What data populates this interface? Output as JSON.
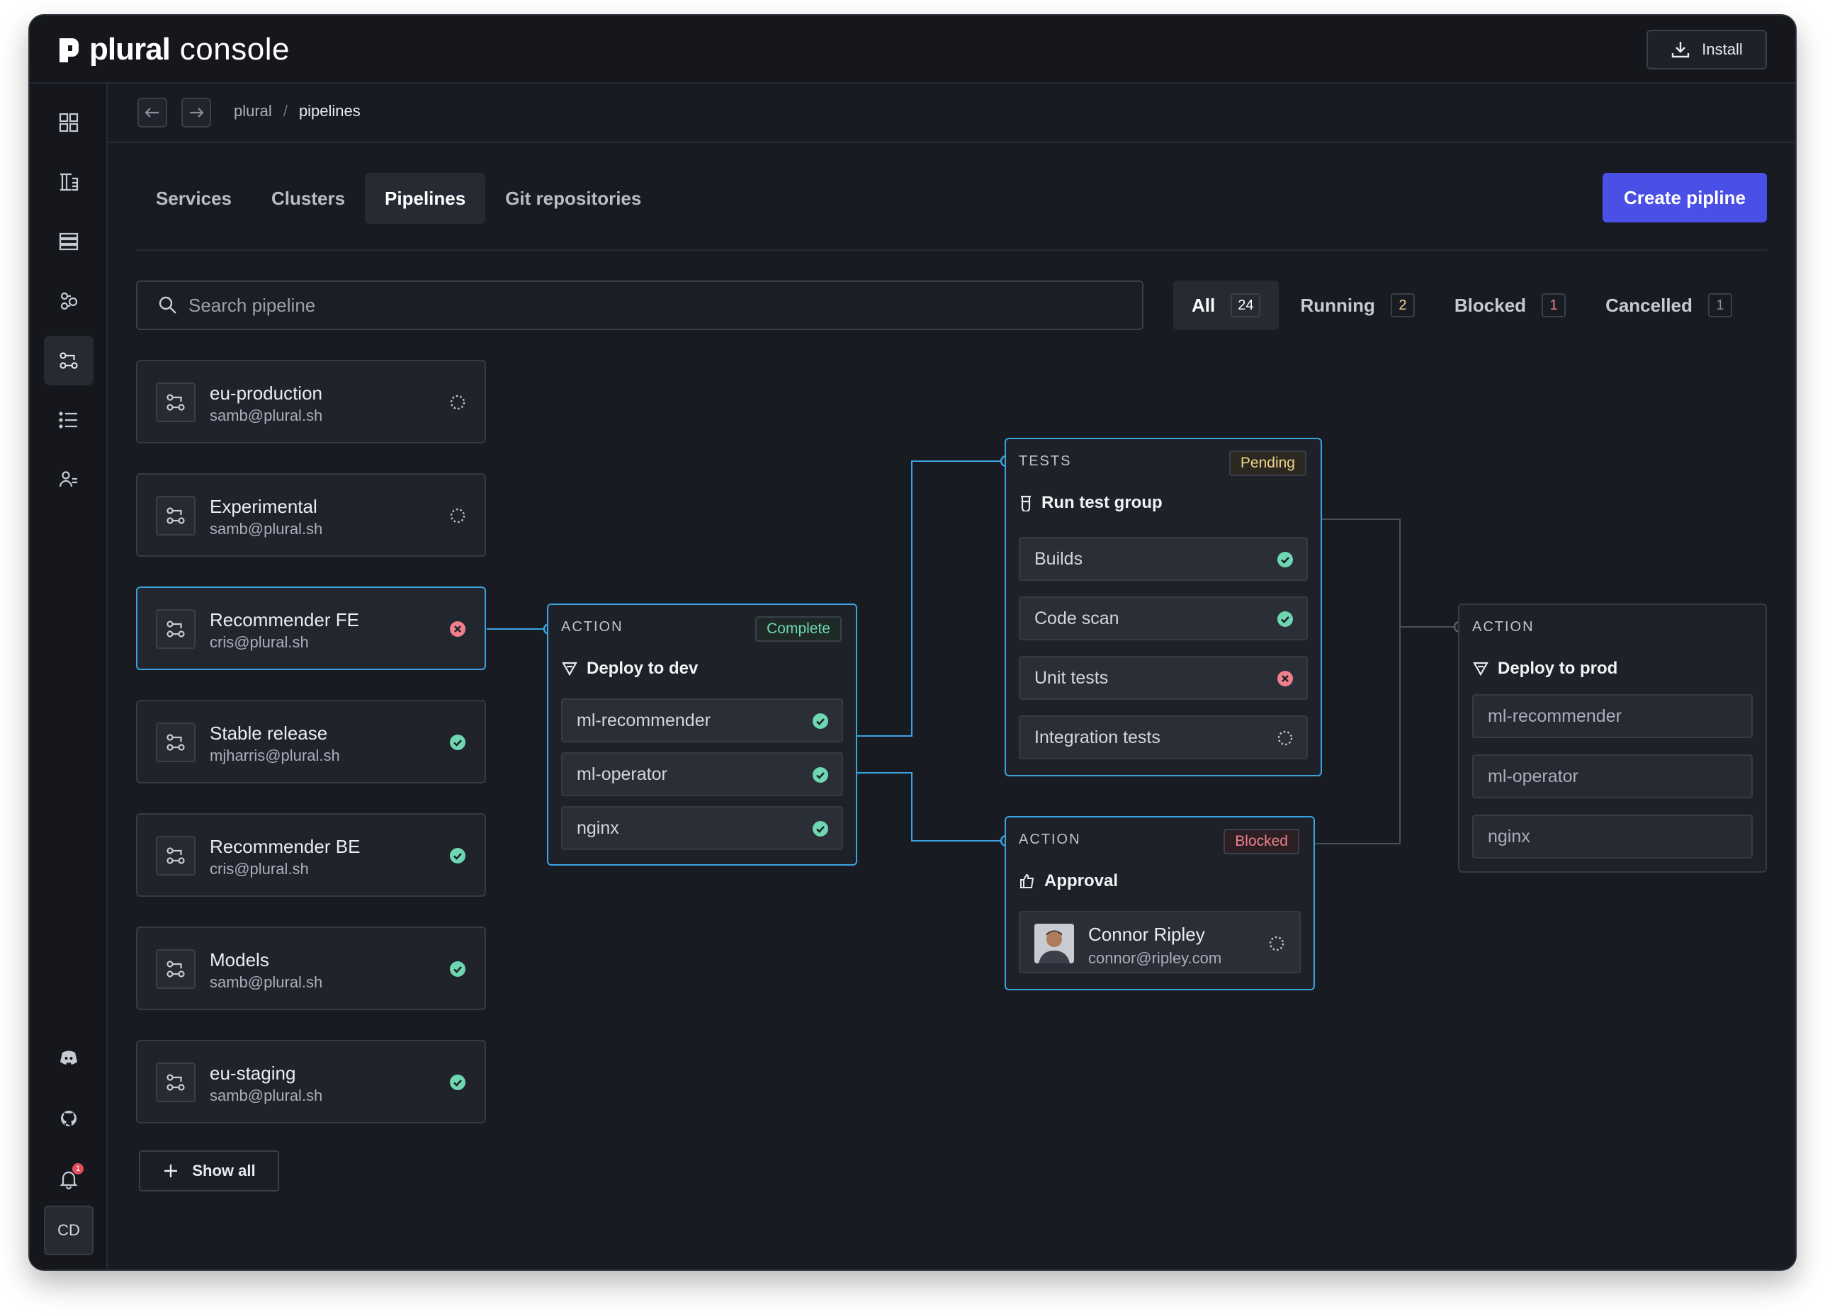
{
  "app": {
    "brand": "plural",
    "product": "console",
    "install_label": "Install"
  },
  "breadcrumb": {
    "root": "plural",
    "separator": "/",
    "current": "pipelines"
  },
  "tabs": [
    {
      "label": "Services"
    },
    {
      "label": "Clusters"
    },
    {
      "label": "Pipelines",
      "active": true
    },
    {
      "label": "Git repositories"
    }
  ],
  "create_button": "Create pipline",
  "search": {
    "placeholder": "Search pipeline",
    "value": ""
  },
  "filters": [
    {
      "label": "All",
      "count": "24",
      "active": true
    },
    {
      "label": "Running",
      "count": "2"
    },
    {
      "label": "Blocked",
      "count": "1"
    },
    {
      "label": "Cancelled",
      "count": "1"
    }
  ],
  "pipelines": [
    {
      "name": "eu-production",
      "email": "samb@plural.sh",
      "status": "running"
    },
    {
      "name": "Experimental",
      "email": "samb@plural.sh",
      "status": "running"
    },
    {
      "name": "Recommender FE",
      "email": "cris@plural.sh",
      "status": "failed"
    },
    {
      "name": "Stable release",
      "email": "mjharris@plural.sh",
      "status": "success"
    },
    {
      "name": "Recommender BE",
      "email": "cris@plural.sh",
      "status": "success"
    },
    {
      "name": "Models",
      "email": "samb@plural.sh",
      "status": "success"
    },
    {
      "name": "eu-staging",
      "email": "samb@plural.sh",
      "status": "success"
    }
  ],
  "show_all": "Show all",
  "flow": {
    "deploy_dev": {
      "label": "ACTION",
      "badge": "Complete",
      "title": "Deploy to dev",
      "items": [
        {
          "name": "ml-recommender",
          "status": "success"
        },
        {
          "name": "ml-operator",
          "status": "success"
        },
        {
          "name": "nginx",
          "status": "success"
        }
      ]
    },
    "tests": {
      "label": "TESTS",
      "badge": "Pending",
      "title": "Run test group",
      "items": [
        {
          "name": "Builds",
          "status": "success"
        },
        {
          "name": "Code scan",
          "status": "success"
        },
        {
          "name": "Unit tests",
          "status": "failed"
        },
        {
          "name": "Integration tests",
          "status": "running"
        }
      ]
    },
    "approval": {
      "label": "ACTION",
      "badge": "Blocked",
      "title": "Approval",
      "approver": {
        "name": "Connor Ripley",
        "email": "connor@ripley.com",
        "status": "running"
      }
    },
    "deploy_prod": {
      "label": "ACTION",
      "title": "Deploy to prod",
      "items": [
        {
          "name": "ml-recommender"
        },
        {
          "name": "ml-operator"
        },
        {
          "name": "nginx"
        }
      ]
    }
  },
  "user_initials": "CD",
  "notifications": "1",
  "colors": {
    "accent": "#4a4fe5",
    "link_blue": "#3aa3e0",
    "success": "#6fd6b2",
    "error": "#f07f8e",
    "pending": "#f2d48a"
  }
}
